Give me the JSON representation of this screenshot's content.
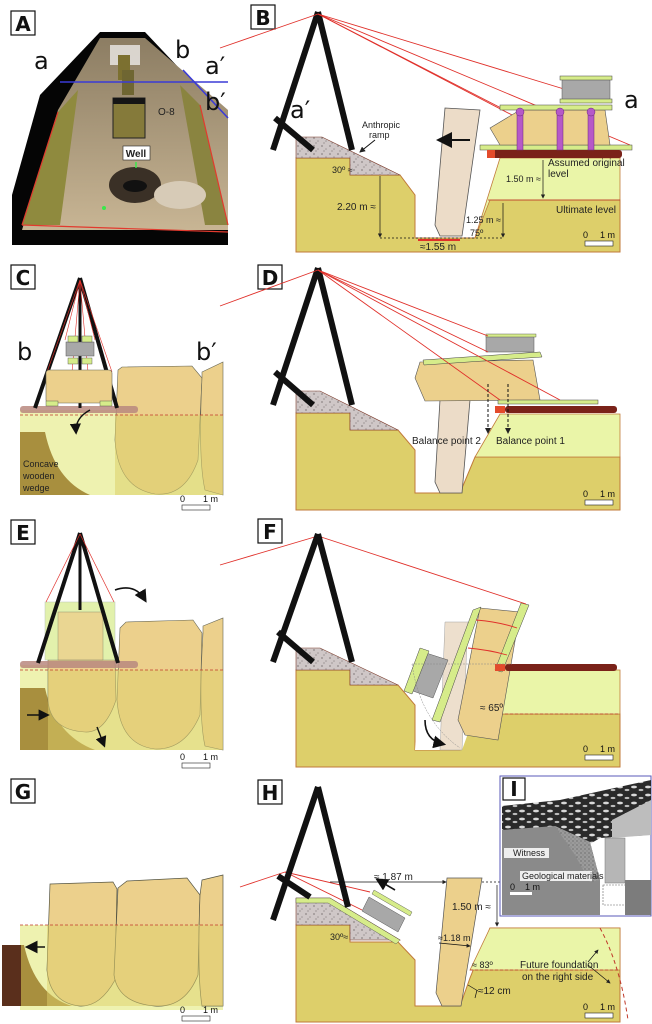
{
  "figure": {
    "panels": {
      "A": {
        "label": "A",
        "section_a": "a",
        "section_a_prime": "a′",
        "section_b": "b",
        "section_b_prime": "b′",
        "grid_tag": "O-8",
        "well_label": "Well"
      },
      "B": {
        "label": "B",
        "section_a_prime": "a′",
        "section_a": "a",
        "ramp_label_1": "Anthropic",
        "ramp_label_2": "ramp",
        "ramp_angle": "30º ≈",
        "depth": "2.20 m ≈",
        "width": "≈1.55 m",
        "wall_height": "1.25 m ≈",
        "wall_angle": "75º",
        "fill_height": "1.50 m ≈",
        "original_level_1": "Assumed original",
        "original_level_2": "level",
        "ultimate_level": "Ultimate level",
        "scale_0": "0",
        "scale_1": "1 m"
      },
      "C": {
        "label": "C",
        "section_b": "b",
        "section_b_prime": "b′",
        "wedge_1": "Concave",
        "wedge_2": "wooden",
        "wedge_3": "wedge",
        "scale_0": "0",
        "scale_1": "1 m"
      },
      "D": {
        "label": "D",
        "balance_2": "Balance point 2",
        "balance_1": "Balance point 1",
        "scale_0": "0",
        "scale_1": "1 m"
      },
      "E": {
        "label": "E",
        "scale_0": "0",
        "scale_1": "1 m"
      },
      "F": {
        "label": "F",
        "angle": "≈ 65º",
        "scale_0": "0",
        "scale_1": "1 m"
      },
      "G": {
        "label": "G",
        "scale_0": "0",
        "scale_1": "1 m"
      },
      "H": {
        "label": "H",
        "distance": "≈ 1.87 m",
        "height": "1.50 m ≈",
        "thickness": "≈1.18 m",
        "ramp_angle": "30º≈",
        "wall_angle": "≈ 83º",
        "gap": "≈12 cm",
        "future_1": "Future foundation",
        "future_2": "on the right side",
        "scale_0": "0",
        "scale_1": "1 m"
      },
      "I": {
        "label": "I",
        "witness": "Witness",
        "geology": "Geological materials",
        "scale_0": "0",
        "scale_1": "1 m"
      }
    },
    "colors": {
      "soil_dark": "#ddcf6a",
      "soil_light": "#eef2b0",
      "fill_yellow": "#eaf5a8",
      "megalith": "#ecd08c",
      "megalith_light": "#ecdcc8",
      "rope": "#e0302a",
      "tripod": "#111111",
      "gravel": "#c9c1c1",
      "beam_green": "#d6ec8a",
      "rail_brown": "#7a2219",
      "bolt_purple": "#b659c8",
      "wedge_brown": "#a88f3e",
      "post_brown": "#5a2f1c"
    }
  }
}
